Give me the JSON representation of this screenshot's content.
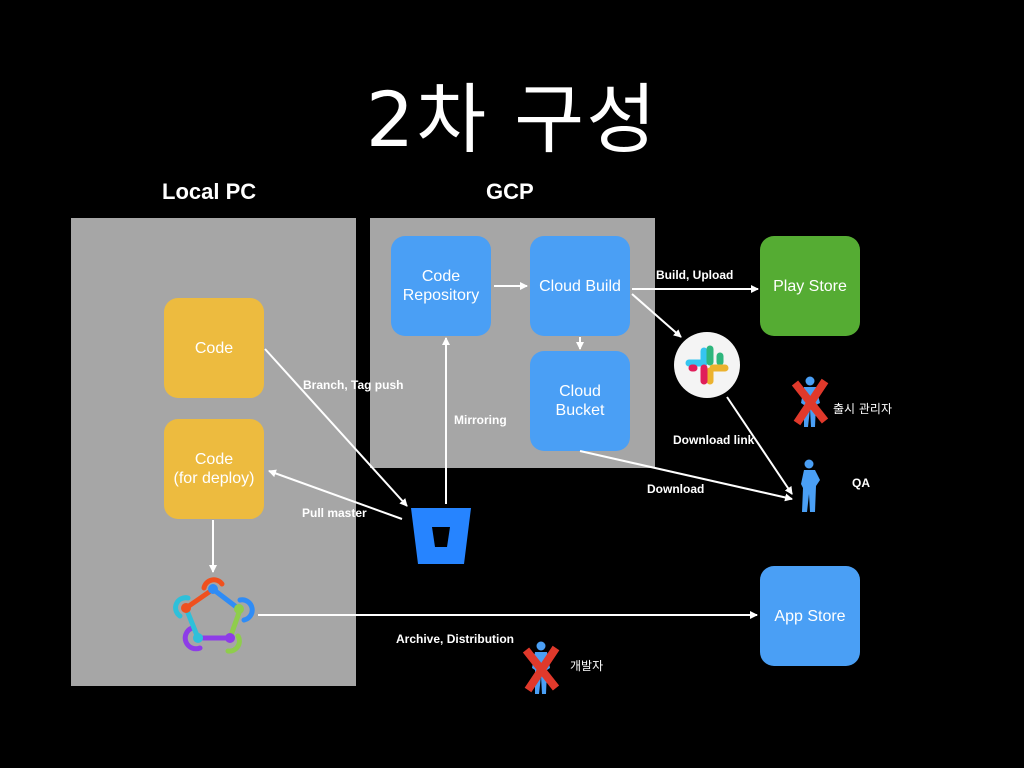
{
  "title": "2차 구성",
  "sections": {
    "local": "Local PC",
    "gcp": "GCP"
  },
  "nodes": {
    "code": "Code",
    "code_deploy": "Code\n(for deploy)",
    "code_repository": "Code\nRepository",
    "cloud_build": "Cloud Build",
    "cloud_bucket": "Cloud\nBucket",
    "play_store": "Play Store",
    "app_store": "App Store"
  },
  "edges": {
    "branch_tag_push": "Branch, Tag push",
    "pull_master": "Pull master",
    "mirroring": "Mirroring",
    "build_upload": "Build, Upload",
    "download_link": "Download link",
    "download": "Download",
    "archive_distribution": "Archive, Distribution"
  },
  "actors": {
    "release_manager": "출시 관리자",
    "qa": "QA",
    "developer": "개발자"
  },
  "icons": {
    "bitbucket": "bitbucket-icon",
    "fastlane": "fastlane-icon",
    "slack": "slack-icon",
    "person": "person-icon",
    "cross": "red-x-icon"
  },
  "colors": {
    "background": "#000000",
    "panel": "#a6a6a6",
    "yellow": "#edbb3f",
    "blue": "#4a9ff5",
    "green": "#55ac33",
    "bitbucket": "#2684ff",
    "cross": "#e0392b"
  }
}
